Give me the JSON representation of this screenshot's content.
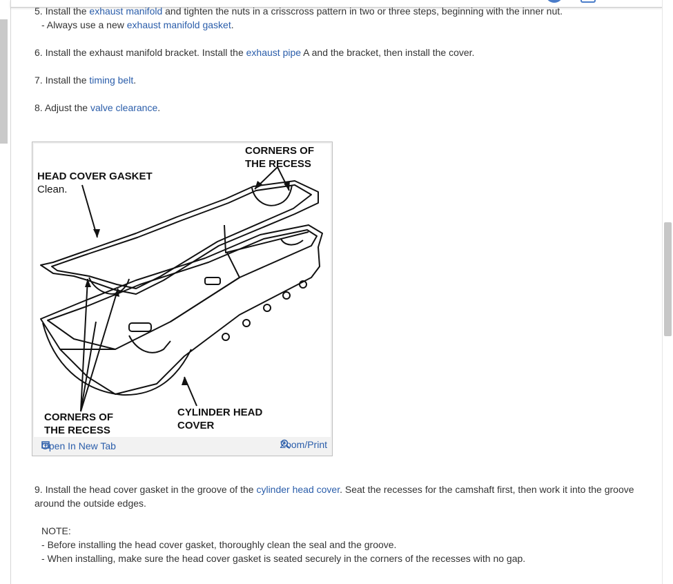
{
  "steps": {
    "s5": {
      "num": "5.",
      "t1": "Install the",
      "l1": "exhaust manifold",
      "t2": "and tighten the nuts in a crisscross pattern in two or three steps, beginning with the inner nut."
    },
    "s5sub": {
      "dash": "-",
      "t1": "Always use a new",
      "l1": "exhaust manifold gasket",
      "t2": "."
    },
    "s6": {
      "num": "6.",
      "t1": "Install the exhaust manifold bracket. Install the",
      "l1": "exhaust pipe",
      "t2": "A and the bracket, then install the cover."
    },
    "s7": {
      "num": "7.",
      "t1": "Install the",
      "l1": "timing belt",
      "t2": "."
    },
    "s8": {
      "num": "8.",
      "t1": "Adjust the",
      "l1": "valve clearance",
      "t2": "."
    },
    "s9": {
      "num": "9.",
      "t1": "Install the head cover gasket in the groove of the",
      "l1": "cylinder head cover",
      "t2": ". Seat the recesses for the camshaft first, then work it into the groove around the outside edges."
    }
  },
  "figure": {
    "label_corners_top_1": "CORNERS OF",
    "label_corners_top_2": "THE RECESS",
    "label_gasket_1": "HEAD COVER GASKET",
    "label_gasket_2": "Clean.",
    "label_corners_bottom_1": "CORNERS OF",
    "label_corners_bottom_2": "THE RECESS",
    "label_cover_1": "CYLINDER HEAD",
    "label_cover_2": "COVER",
    "open_tab": "Open In New Tab",
    "zoom_print": "Zoom/Print"
  },
  "note": {
    "title": "NOTE:",
    "items": [
      {
        "dash": "-",
        "text": "Before installing the head cover gasket, thoroughly clean the seal and the groove."
      },
      {
        "dash": "-",
        "text": "When installing, make sure the head cover gasket is seated securely in the corners of the recesses with no gap."
      }
    ]
  },
  "colors": {
    "link": "#2a5daa",
    "text": "#333333",
    "accent": "#4a7cc9"
  }
}
